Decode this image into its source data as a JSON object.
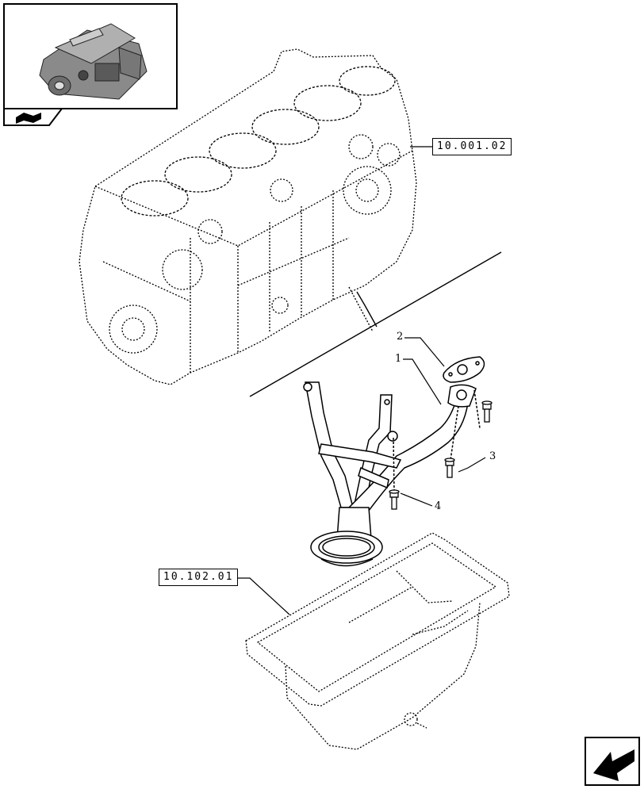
{
  "references": {
    "engine_block_ref": "10.001.02",
    "oil_pan_ref": "10.102.01"
  },
  "callouts": {
    "pipe": "1",
    "gasket": "2",
    "screw_upper": "3",
    "screw_lower": "4"
  },
  "icons": {
    "thumbnail": "engine-thumbnail-icon",
    "book": "manual-book-icon",
    "next": "next-page-arrow-icon"
  }
}
